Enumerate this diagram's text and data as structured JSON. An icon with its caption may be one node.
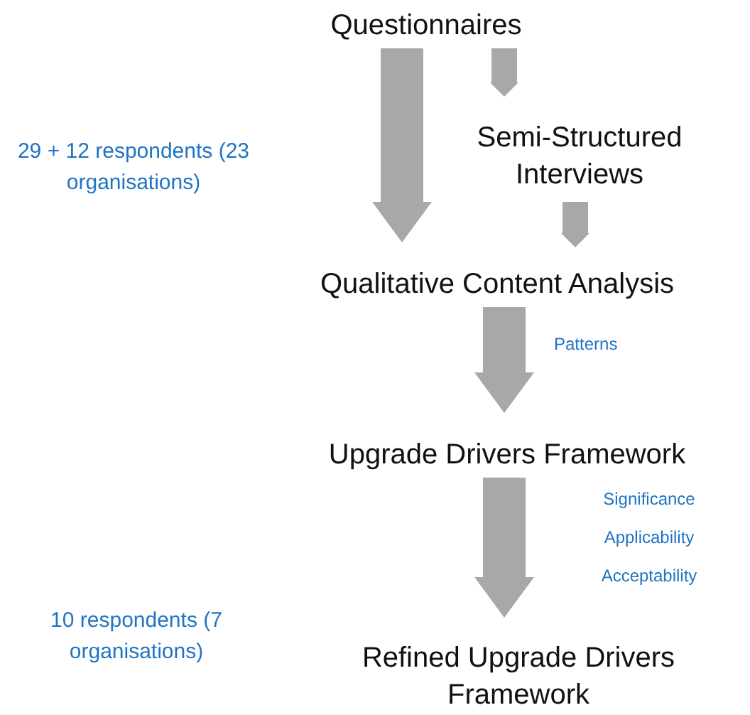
{
  "diagram": {
    "nodes": [
      {
        "text": [
          "Questionnaires"
        ]
      },
      {
        "text": [
          "Semi-Structured Interviews"
        ]
      },
      {
        "text": [
          "Qualitative Content Analysis"
        ]
      },
      {
        "text": [
          "Upgrade Drivers Framework"
        ]
      },
      {
        "text": [
          "Refined Upgrade Drivers Framework"
        ]
      }
    ],
    "edges": [
      {
        "from": 0,
        "to": 2,
        "arrow": "to"
      },
      {
        "from": 0,
        "to": 1,
        "arrow": "to"
      },
      {
        "from": 1,
        "to": 2,
        "arrow": "to"
      },
      {
        "from": 2,
        "to": 3,
        "arrow": "to",
        "label": "Patterns"
      },
      {
        "from": 3,
        "to": 4,
        "arrow": "to"
      }
    ],
    "labels": [
      "29 + 12 respondents (23 organisations)",
      "Significance",
      "Applicability",
      "Acceptability",
      "10 respondents (7 organisations)"
    ]
  }
}
